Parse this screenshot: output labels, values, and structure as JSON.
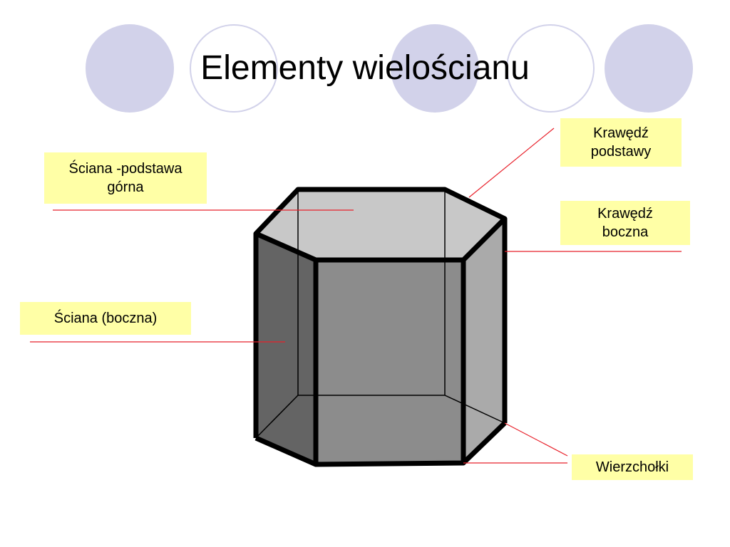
{
  "slide": {
    "title": "Elementy wielościanu"
  },
  "labels": {
    "top_face": "Ściana -podstawa\ngórna",
    "side_face": "Ściana (boczna)",
    "base_edge": "Krawędź\npodstawy",
    "lateral_edge": "Krawędź\nboczna",
    "vertices": "Wierzchołki"
  },
  "colors": {
    "callout_fill": "#ffffa6",
    "leader_line": "#e8202a",
    "decor_circle": "#d2d2ea",
    "top_face": "#c8c8c8",
    "front_face": "#8c8c8c",
    "left_face": "#646464",
    "right_face": "#aaaaaa",
    "edge": "#000000"
  },
  "decor": {
    "circles": [
      "filled",
      "outline",
      "filled",
      "outline",
      "filled"
    ]
  }
}
